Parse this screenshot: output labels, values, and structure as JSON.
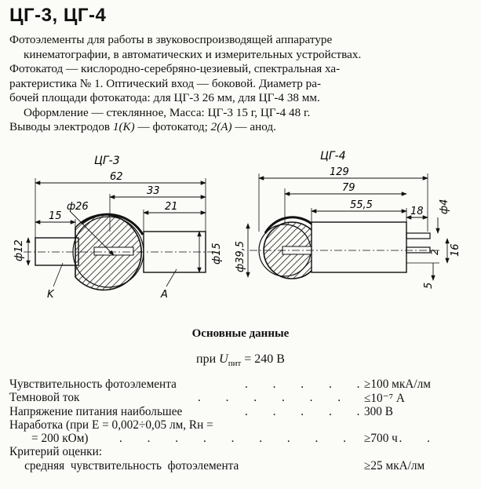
{
  "title": "ЦГ-3, ЦГ-4",
  "description": {
    "line1": "Фотоэлементы для работы в звуковоспроизводящей аппаратуре",
    "line2": "кинематографии, в автоматических и измерительных устройствах.",
    "line3": "Фотокатод — кислородно-серебряно-цезиевый,   спектральная ха-",
    "line4": "рактеристика № 1. Оптический вход — боковой.  Диаметр ра-",
    "line5": "бочей площади фотокатода: для ЦГ-3 26 мм, для ЦГ-4 38 мм.",
    "line6": "Оформление — стеклянное, Масса: ЦГ-3 15 г, ЦГ-4 48 г.",
    "line7a": "Выводы  электродов  ",
    "line7b": "1(K)",
    "line7c": " — фотокатод;  ",
    "line7d": "2(A)",
    "line7e": " — анод."
  },
  "figure_left": {
    "label": "ЦГ-3",
    "dims": [
      "62",
      "33",
      "21",
      "15",
      "ф26",
      "ф12",
      "ф15"
    ],
    "marks": [
      "K",
      "A"
    ]
  },
  "figure_right": {
    "label": "ЦГ-4",
    "dims": [
      "129",
      "79",
      "55,5",
      "18",
      "ф4",
      "ф39,5",
      "16",
      "5",
      "2"
    ]
  },
  "section_title": "Основные данные",
  "condition": {
    "prefix": "при ",
    "symbol": "U",
    "subscript": "пит",
    "value": " = 240 В"
  },
  "specs": [
    {
      "key": "Чувствительность  фотоэлемента",
      "dots": ". . . . .",
      "value": "≥100 мкА/лм"
    },
    {
      "key": "Темновой  ток",
      "dots": ". . . . . .",
      "value": "≤10⁻⁷ А"
    },
    {
      "key": "Напряжение питания наибольшее",
      "dots": ". . . . .",
      "value": "300 В"
    },
    {
      "key": "Наработка    (при  E = 0,002÷0,05 лм,   Rн =",
      "dots": "",
      "value": ""
    },
    {
      "key": "= 200 кОм)",
      "dots": ". . . . . . . . . . . .",
      "value": "≥700 ч"
    },
    {
      "key": "Критерий  оценки:",
      "dots": "",
      "value": ""
    },
    {
      "key": "     средняя  чувствительность  фотоэлемента",
      "dots": "     .",
      "value": "≥25 мкА/лм"
    }
  ]
}
